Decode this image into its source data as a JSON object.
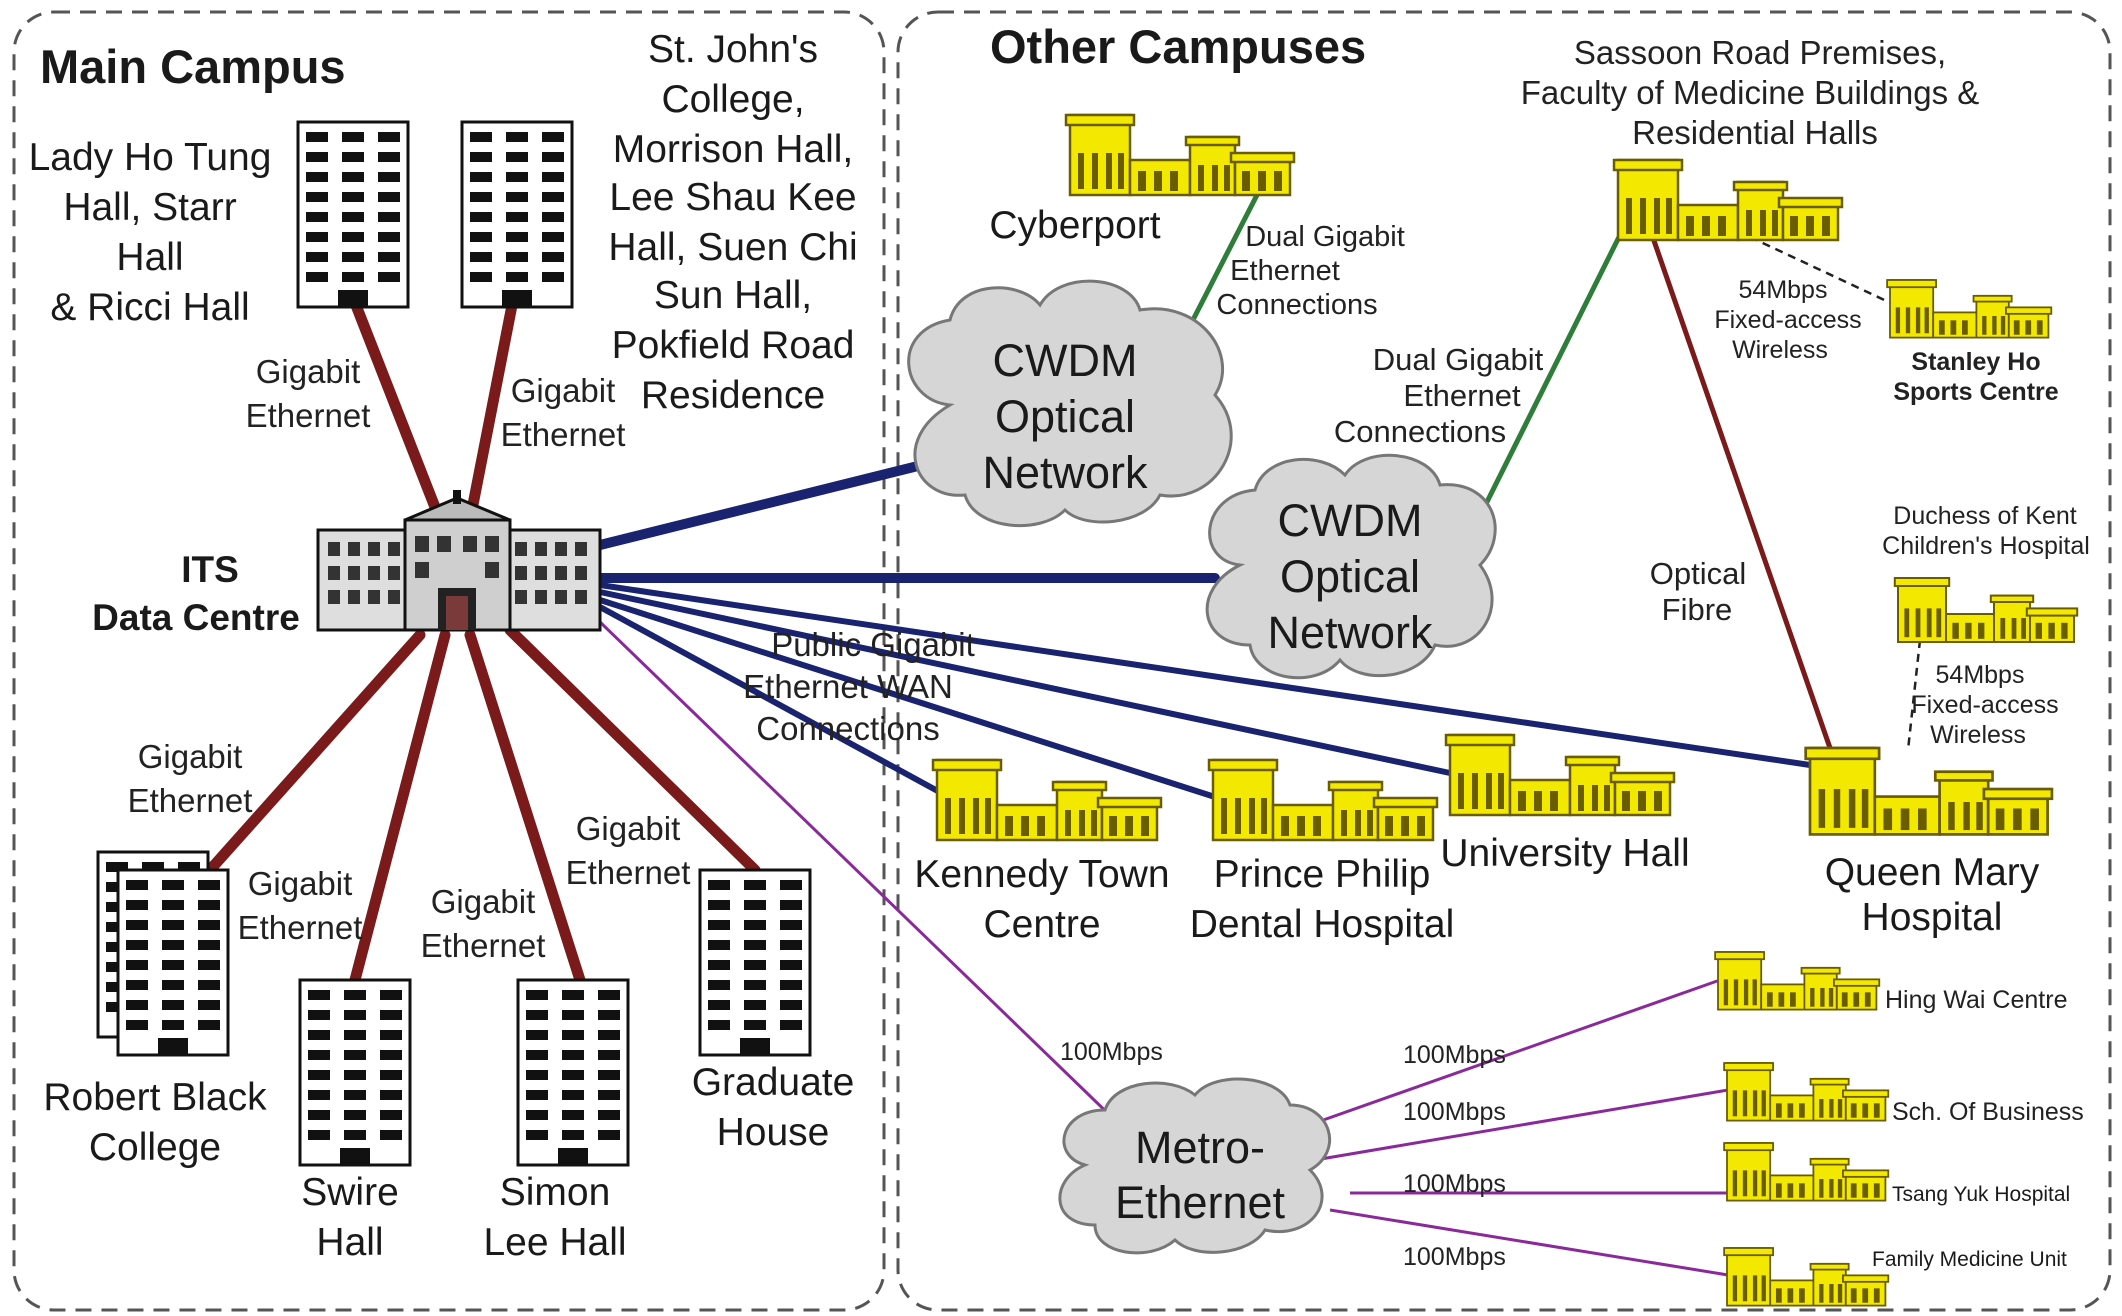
{
  "regions": {
    "main_campus": {
      "title": "Main Campus"
    },
    "other_campuses": {
      "title": "Other Campuses"
    }
  },
  "hub": {
    "line1": "ITS",
    "line2": "Data Centre"
  },
  "main_campus_halls": {
    "lady_ho_tung": [
      "Lady Ho Tung",
      "Hall, Starr",
      "Hall",
      "& Ricci Hall"
    ],
    "st_johns": [
      "St. John's",
      "College,",
      "Morrison Hall,",
      "Lee Shau Kee",
      "Hall, Suen Chi",
      "Sun Hall,",
      "Pokfield Road",
      "Residence"
    ],
    "robert_black": [
      "Robert Black",
      "College"
    ],
    "swire": [
      "Swire",
      "Hall"
    ],
    "simon_lee": [
      "Simon",
      "Lee Hall"
    ],
    "graduate_house": [
      "Graduate",
      "House"
    ]
  },
  "links": {
    "gigabit_ethernet": [
      "Gigabit",
      "Ethernet"
    ],
    "dual_gigabit_cyberport": [
      "Dual Gigabit",
      "Ethernet",
      "Connections"
    ],
    "dual_gigabit_sassoon": [
      "Dual Gigabit",
      "Ethernet",
      "Connections"
    ],
    "public_wan": [
      "Public Gigabit",
      "Ethernet WAN",
      "Connections"
    ],
    "optical_fibre": [
      "Optical",
      "Fibre"
    ],
    "wireless_stanley": [
      "54Mbps",
      "Fixed-access",
      "Wireless"
    ],
    "wireless_duchess": [
      "54Mbps",
      "Fixed-access",
      "Wireless"
    ],
    "metro_uplink": "100Mbps",
    "metro_links": [
      "100Mbps",
      "100Mbps",
      "100Mbps",
      "100Mbps"
    ]
  },
  "clouds": {
    "cwdm_1": [
      "CWDM",
      "Optical",
      "Network"
    ],
    "cwdm_2": [
      "CWDM",
      "Optical",
      "Network"
    ],
    "metro": [
      "Metro-",
      "Ethernet"
    ]
  },
  "sites": {
    "cyberport": "Cyberport",
    "sassoon": [
      "Sassoon Road Premises,",
      "Faculty of Medicine Buildings &",
      "Residential Halls"
    ],
    "stanley_ho": [
      "Stanley Ho",
      "Sports Centre"
    ],
    "duchess_of_kent": [
      "Duchess of Kent",
      "Children's Hospital"
    ],
    "kennedy_town": [
      "Kennedy Town",
      "Centre"
    ],
    "prince_philip": [
      "Prince Philip",
      "Dental Hospital"
    ],
    "university_hall": "University Hall",
    "queen_mary": [
      "Queen Mary",
      "Hospital"
    ],
    "hing_wai": "Hing Wai Centre",
    "sch_business": "Sch. Of Business",
    "tsang_yuk": "Tsang Yuk Hospital",
    "family_medicine": "Family Medicine Unit"
  },
  "colors": {
    "gigabit_link": "#7a1a1a",
    "wan_link": "#1a2370",
    "dual_gigabit_link": "#2f7d3a",
    "metro_link": "#8a2a9a",
    "building_fill": "#f3e900"
  }
}
